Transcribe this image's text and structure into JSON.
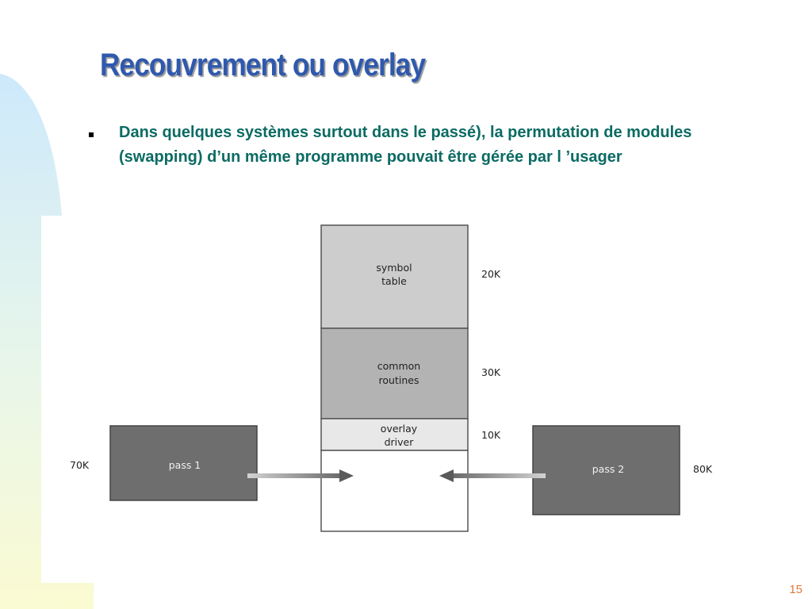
{
  "slide": {
    "title": "Recouvrement ou overlay",
    "bullet_text": "Dans quelques systèmes surtout dans le passé), la permutation de modules (swapping) d’un même programme pouvait être gérée par l ’usager",
    "page_number": "15"
  },
  "diagram": {
    "memory": [
      {
        "line1": "symbol",
        "line2": "table",
        "size": "20K",
        "fill": "#cdcdcd"
      },
      {
        "line1": "common",
        "line2": "routines",
        "size": "30K",
        "fill": "#b3b3b3"
      },
      {
        "line1": "overlay",
        "line2": "driver",
        "size": "10K",
        "fill": "#e8e8e8"
      }
    ],
    "pass1": {
      "label": "pass 1",
      "size": "70K",
      "fill": "#6e6e6e"
    },
    "pass2": {
      "label": "pass 2",
      "size": "80K",
      "fill": "#6e6e6e"
    }
  },
  "colors": {
    "title": "#2f59ad",
    "bullet_text": "#0b6b63",
    "page_number": "#e07a3a"
  }
}
